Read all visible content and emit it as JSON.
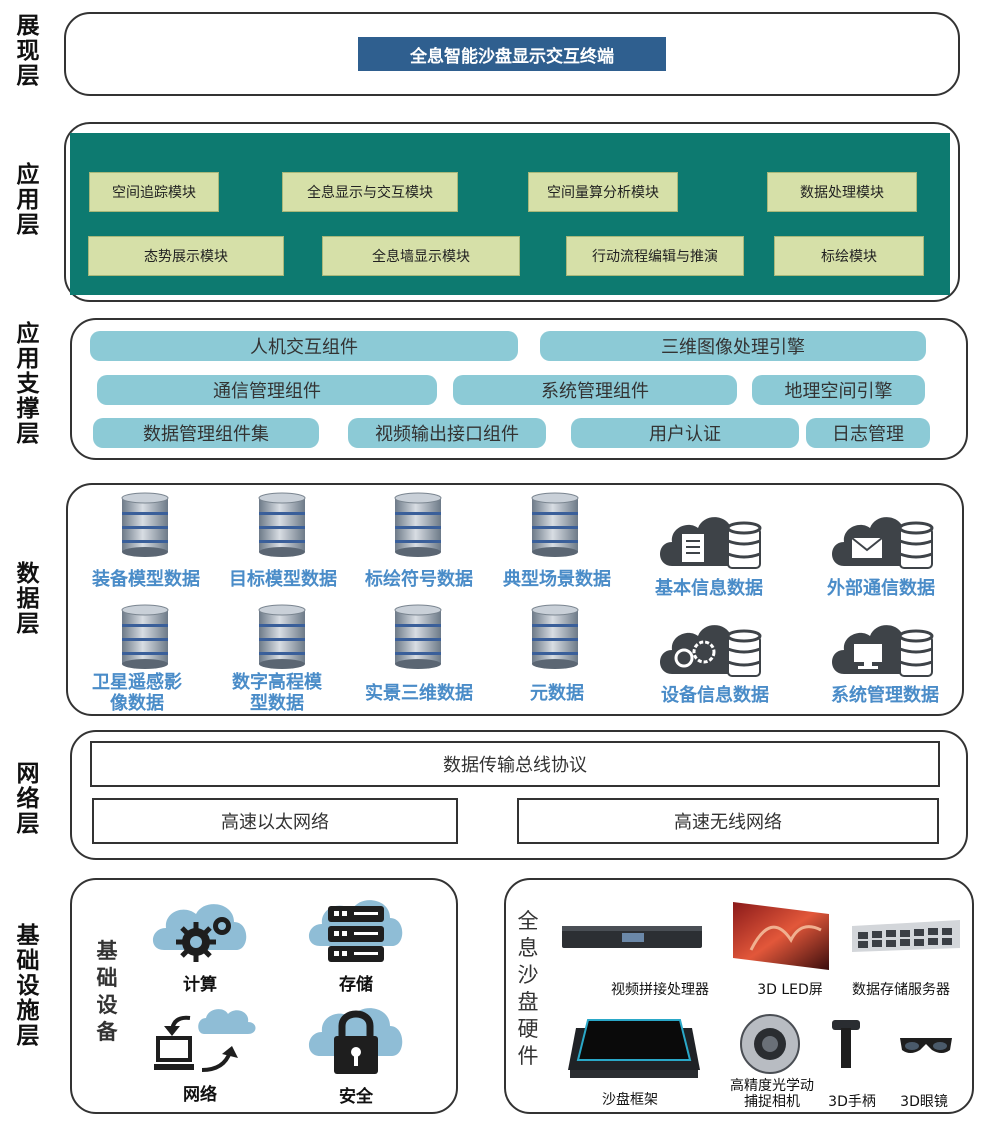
{
  "layers": {
    "presentation": {
      "label": "展\n现\n层",
      "banner": "全息智能沙盘显示交互终端"
    },
    "application": {
      "label": "应\n用\n层",
      "modules_row1": [
        "空间追踪模块",
        "全息显示与交互模块",
        "空间量算分析模块",
        "数据处理模块"
      ],
      "modules_row2": [
        "态势展示模块",
        "全息墙显示模块",
        "行动流程编辑与推演",
        "标绘模块"
      ]
    },
    "support": {
      "label": "应\n用\n支\n撑\n层",
      "row1": [
        "人机交互组件",
        "三维图像处理引擎"
      ],
      "row2": [
        "通信管理组件",
        "系统管理组件",
        "地理空间引擎"
      ],
      "row3": [
        "数据管理组件集",
        "视频输出接口组件",
        "用户认证",
        "日志管理"
      ]
    },
    "data": {
      "label": "数\n据\n层",
      "db_row1": [
        "装备模型数据",
        "目标模型数据",
        "标绘符号数据",
        "典型场景数据"
      ],
      "db_row2": [
        "卫星遥感影\n像数据",
        "数字高程模\n型数据",
        "实景三维数据",
        "元数据"
      ],
      "cloud_items": [
        "基本信息数据",
        "外部通信数据",
        "设备信息数据",
        "系统管理数据"
      ]
    },
    "network": {
      "label": "网\n络\n层",
      "bus": "数据传输总线协议",
      "ethernet": "高速以太网络",
      "wireless": "高速无线网络"
    },
    "infrastructure": {
      "label": "基\n础\n设\n施\n层",
      "basic_title": "基\n础\n设\n备",
      "basic_items": [
        "计算",
        "存储",
        "网络",
        "安全"
      ],
      "hardware_title": "全\n息\n沙\n盘\n硬\n件",
      "hardware_items": [
        "视频拼接处理器",
        "3D LED屏",
        "数据存储服务器",
        "沙盘框架",
        "高精度光学动\n捕捉相机",
        "3D手柄",
        "3D眼镜"
      ]
    }
  },
  "colors": {
    "banner": "#2f5f8f",
    "app_panel": "#0d7a70",
    "app_box": "#d6e0a8",
    "pill": "#8ccad6",
    "data_text": "#4a8cc8"
  }
}
